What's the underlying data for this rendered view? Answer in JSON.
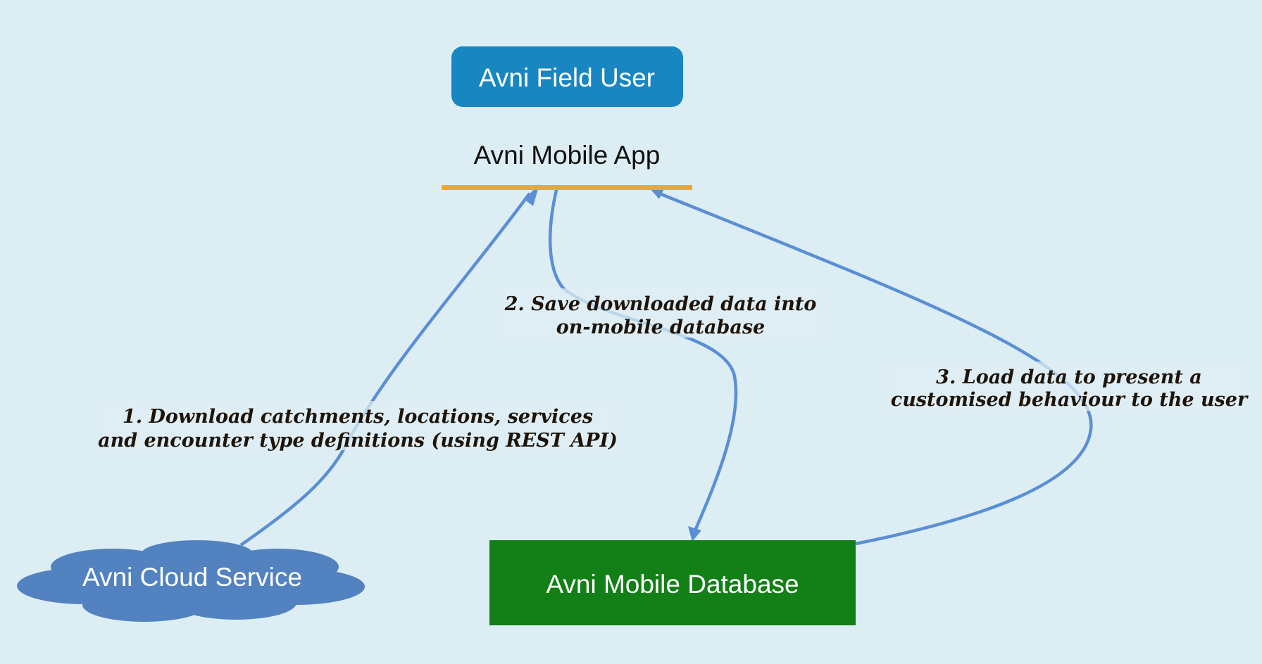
{
  "diagram": {
    "nodes": {
      "field_user": {
        "label": "Avni Field User",
        "fill": "#1886c1"
      },
      "mobile_app": {
        "label": "Avni Mobile App",
        "bar_color": "#f0a636"
      },
      "cloud_service": {
        "label": "Avni Cloud Service",
        "fill": "#5282bf"
      },
      "mobile_database": {
        "label": "Avni Mobile Database",
        "fill": "#137f17"
      }
    },
    "edges": [
      {
        "id": "download",
        "from": "Avni Cloud Service",
        "to": "Avni Mobile App",
        "label_lines": [
          "1. Download catchments, locations, services",
          "and encounter type definitions (using REST API)"
        ]
      },
      {
        "id": "save",
        "from": "Avni Mobile App",
        "to": "Avni Mobile Database",
        "label_lines": [
          "2. Save downloaded data into",
          "on-mobile database"
        ]
      },
      {
        "id": "load",
        "from": "Avni Mobile Database",
        "to": "Avni Mobile App",
        "label_lines": [
          "3. Load data to present a",
          "customised behaviour to the user"
        ]
      }
    ],
    "colors": {
      "background": "#ddedf4",
      "edge": "#5a8fd4",
      "label_text": "#1e140a"
    }
  }
}
